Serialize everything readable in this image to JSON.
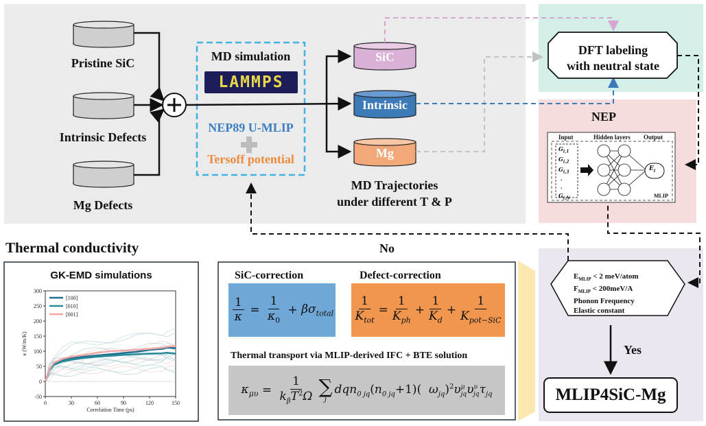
{
  "colors": {
    "panel_gray": "#ebebeb",
    "dft_bg": "#d4eeea",
    "nep_bg": "#f6dcdc",
    "mlip_bg": "#ece6f1",
    "sic_fill": "#d9b0d6",
    "intrinsic_fill": "#3b79b7",
    "mg_fill": "#f2a878",
    "nep_text": "#3b7fc0",
    "tersoff_text": "#ee8a3c",
    "sic_corr_bg": "#6fa7d6",
    "def_corr_bg": "#f0964f",
    "transport_bg": "#c6c6c6",
    "callout": "#fbe7b0"
  },
  "inputs": {
    "pristine": "Pristine SiC",
    "intrinsic": "Intrinsic Defects",
    "mg": "Mg Defects"
  },
  "md": {
    "title": "MD simulation",
    "lammps": "LAMMPS",
    "nep89": "NEP89 U-MLIP",
    "tersoff": "Tersoff potential"
  },
  "trajectories": {
    "sic": "SiC",
    "intrinsic": "Intrinsic",
    "mg": "Mg",
    "caption_line1": "MD Trajectories",
    "caption_line2": "under different T & P"
  },
  "dft": {
    "line1": "DFT labeling",
    "line2": "with neutral state"
  },
  "nep": {
    "title": "NEP",
    "input": "Input",
    "hidden": "Hidden layers",
    "output": "Output",
    "mlip": "MLIP",
    "g1": "G",
    "out": "E"
  },
  "criteria": {
    "line1": "E",
    "line1_sub": "MLIP",
    "line1_rest": "< 2 meV/atom",
    "line2": "F",
    "line2_sub": "MLIP",
    "line2_rest": "< 200meV/A",
    "line3": "Phonon Frequency",
    "line4": "Elastic constant"
  },
  "flow": {
    "no": "No",
    "yes": "Yes"
  },
  "result": "MLIP4SiC-Mg",
  "thermal": {
    "heading": "Thermal conductivity",
    "sic_correction": "SiC-correction",
    "defect_correction": "Defect-correction",
    "transport": "Thermal transport via MLIP-derived IFC + BTE solution"
  },
  "chart_data": {
    "type": "line",
    "title": "GK-EMD simulations",
    "xlabel": "Correlation Time (ps)",
    "ylabel": "κ (W/m/K)",
    "xlim": [
      0,
      150
    ],
    "ylim": [
      -50,
      300
    ],
    "xticks": [
      0,
      30,
      60,
      90,
      120,
      150
    ],
    "yticks": [
      -50,
      0,
      50,
      100,
      150,
      200,
      250,
      300
    ],
    "legend_position": "top-left",
    "x": [
      0,
      5,
      10,
      20,
      30,
      45,
      60,
      75,
      90,
      105,
      120,
      135,
      140,
      150
    ],
    "series": [
      {
        "name": "[100]",
        "color": "#1e6e8e",
        "values": [
          0,
          40,
          60,
          72,
          78,
          82,
          86,
          90,
          94,
          98,
          105,
          108,
          112,
          110
        ]
      },
      {
        "name": "[010]",
        "color": "#2a8a97",
        "values": [
          0,
          38,
          55,
          66,
          72,
          78,
          82,
          85,
          88,
          90,
          92,
          93,
          95,
          92
        ]
      },
      {
        "name": "[001]",
        "color": "#f0a8a8",
        "values": [
          0,
          42,
          62,
          75,
          82,
          88,
          95,
          100,
          102,
          105,
          108,
          112,
          115,
          118
        ]
      }
    ]
  }
}
